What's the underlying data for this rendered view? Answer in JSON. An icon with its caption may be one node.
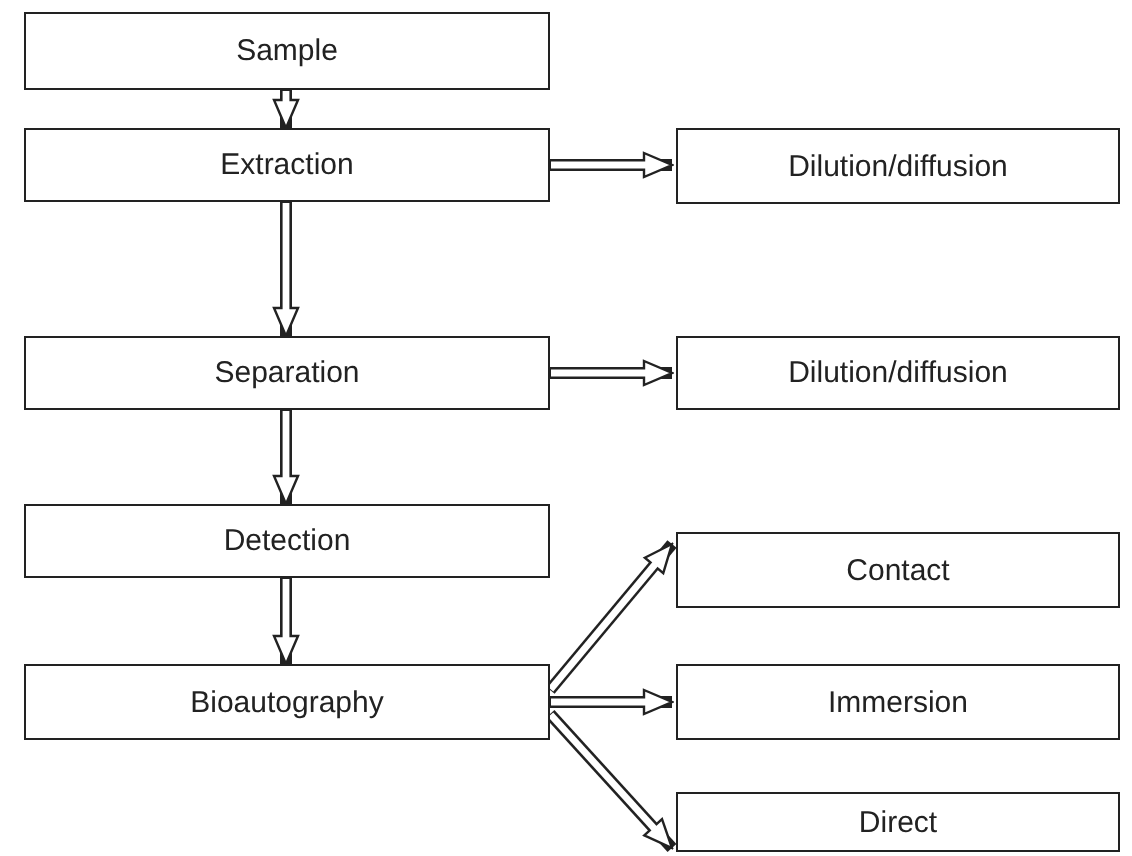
{
  "diagram": {
    "nodes": [
      {
        "text": [
          "Sample"
        ]
      },
      {
        "text": [
          "Extraction"
        ]
      },
      {
        "text": [
          "Separation"
        ]
      },
      {
        "text": [
          "Detection"
        ]
      },
      {
        "text": [
          "Bioautography"
        ]
      },
      {
        "text": [
          "Dilution/diffusion"
        ]
      },
      {
        "text": [
          "Dilution/diffusion"
        ]
      },
      {
        "text": [
          "Contact"
        ]
      },
      {
        "text": [
          "Immersion"
        ]
      },
      {
        "text": [
          "Direct"
        ]
      }
    ],
    "edges": [
      {
        "from": 0,
        "to": 1,
        "arrow": "to"
      },
      {
        "from": 1,
        "to": 2,
        "arrow": "to"
      },
      {
        "from": 2,
        "to": 3,
        "arrow": "to"
      },
      {
        "from": 3,
        "to": 4,
        "arrow": "to"
      },
      {
        "from": 1,
        "to": 5,
        "arrow": "to"
      },
      {
        "from": 2,
        "to": 6,
        "arrow": "to"
      },
      {
        "from": 4,
        "to": 7,
        "arrow": "to"
      },
      {
        "from": 4,
        "to": 8,
        "arrow": "to"
      },
      {
        "from": 4,
        "to": 9,
        "arrow": "to"
      }
    ]
  }
}
